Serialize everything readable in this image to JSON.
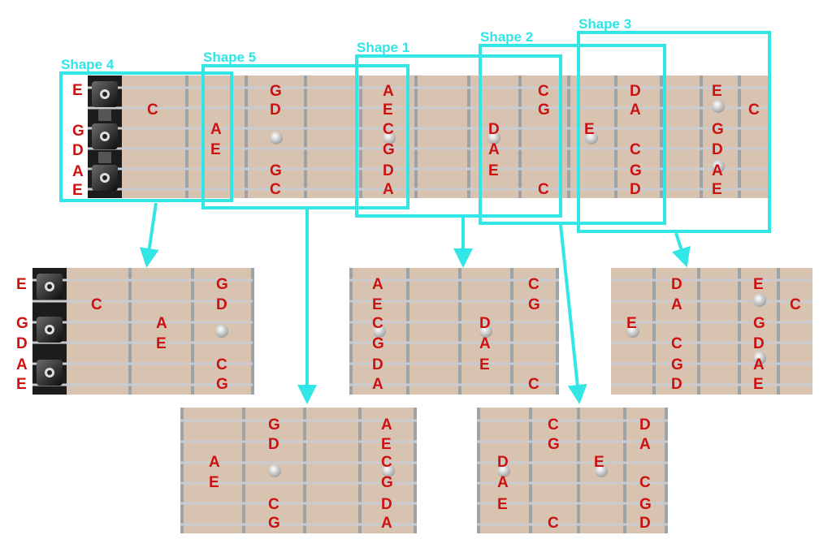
{
  "colors": {
    "highlight": "#33e6e6",
    "note": "#cc1111",
    "fretboard": "#d8c3b0",
    "string": "#bfc3c7",
    "fret": "#9ea3a8",
    "nut": "#1c1c1c"
  },
  "shape_labels": [
    "Shape 4",
    "Shape 5",
    "Shape 1",
    "Shape 2",
    "Shape 3"
  ],
  "main_board": {
    "open_notes": [
      "E",
      "G",
      "D",
      "A",
      "E"
    ],
    "notes": [
      {
        "text": "C"
      },
      {
        "text": "A"
      },
      {
        "text": "E"
      },
      {
        "text": "G"
      },
      {
        "text": "D"
      },
      {
        "text": "G"
      },
      {
        "text": "C"
      },
      {
        "text": "A"
      },
      {
        "text": "E"
      },
      {
        "text": "C"
      },
      {
        "text": "G"
      },
      {
        "text": "D"
      },
      {
        "text": "A"
      },
      {
        "text": "D"
      },
      {
        "text": "A"
      },
      {
        "text": "E"
      },
      {
        "text": "C"
      },
      {
        "text": "G"
      },
      {
        "text": "C"
      },
      {
        "text": "E"
      },
      {
        "text": "D"
      },
      {
        "text": "A"
      },
      {
        "text": "C"
      },
      {
        "text": "G"
      },
      {
        "text": "D"
      },
      {
        "text": "E"
      },
      {
        "text": "G"
      },
      {
        "text": "D"
      },
      {
        "text": "A"
      },
      {
        "text": "E"
      },
      {
        "text": "C"
      }
    ]
  },
  "shape_boards": {
    "shape4": {
      "open_notes": [
        "E",
        "G",
        "D",
        "A",
        "E"
      ],
      "notes": [
        "C",
        "A",
        "E",
        "G",
        "D",
        "C",
        "G"
      ]
    },
    "shape1": {
      "notes": [
        "A",
        "E",
        "C",
        "G",
        "D",
        "A",
        "D",
        "A",
        "E",
        "C",
        "G",
        "C"
      ]
    },
    "shape3": {
      "notes": [
        "E",
        "D",
        "A",
        "C",
        "G",
        "D",
        "E",
        "G",
        "D",
        "A",
        "E",
        "C"
      ]
    },
    "shape5": {
      "notes": [
        "A",
        "E",
        "G",
        "D",
        "C",
        "G",
        "A",
        "E",
        "C",
        "G",
        "D",
        "A"
      ]
    },
    "shape2": {
      "notes": [
        "D",
        "A",
        "E",
        "C",
        "G",
        "C",
        "E",
        "D",
        "A",
        "C",
        "G",
        "D"
      ]
    }
  }
}
